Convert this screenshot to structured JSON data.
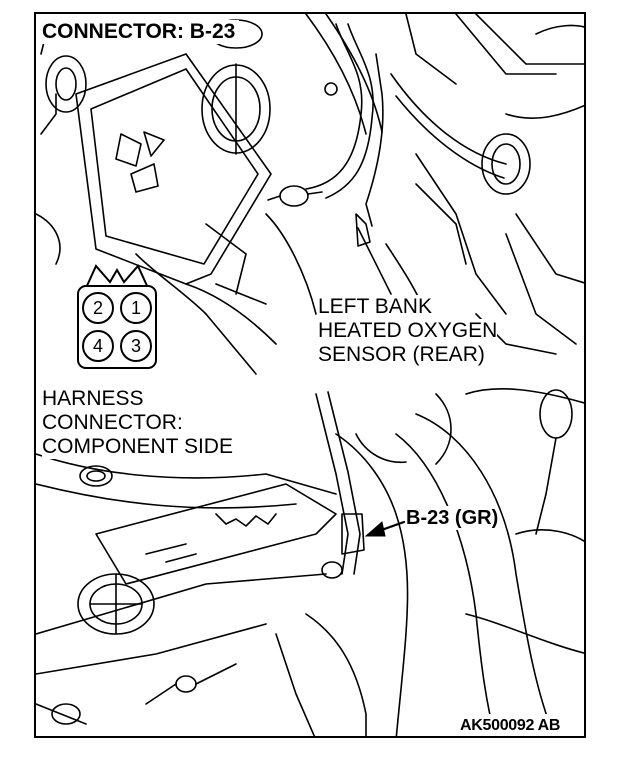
{
  "title": "CONNECTOR: B-23",
  "sensor_label": [
    "LEFT BANK",
    "HEATED OXYGEN",
    "SENSOR (REAR)"
  ],
  "harness_label": [
    "HARNESS",
    "CONNECTOR:",
    "COMPONENT SIDE"
  ],
  "callout_label": "B-23 (GR)",
  "figure_id": "AK500092 AB",
  "connector_pins": [
    "2",
    "1",
    "4",
    "3"
  ]
}
